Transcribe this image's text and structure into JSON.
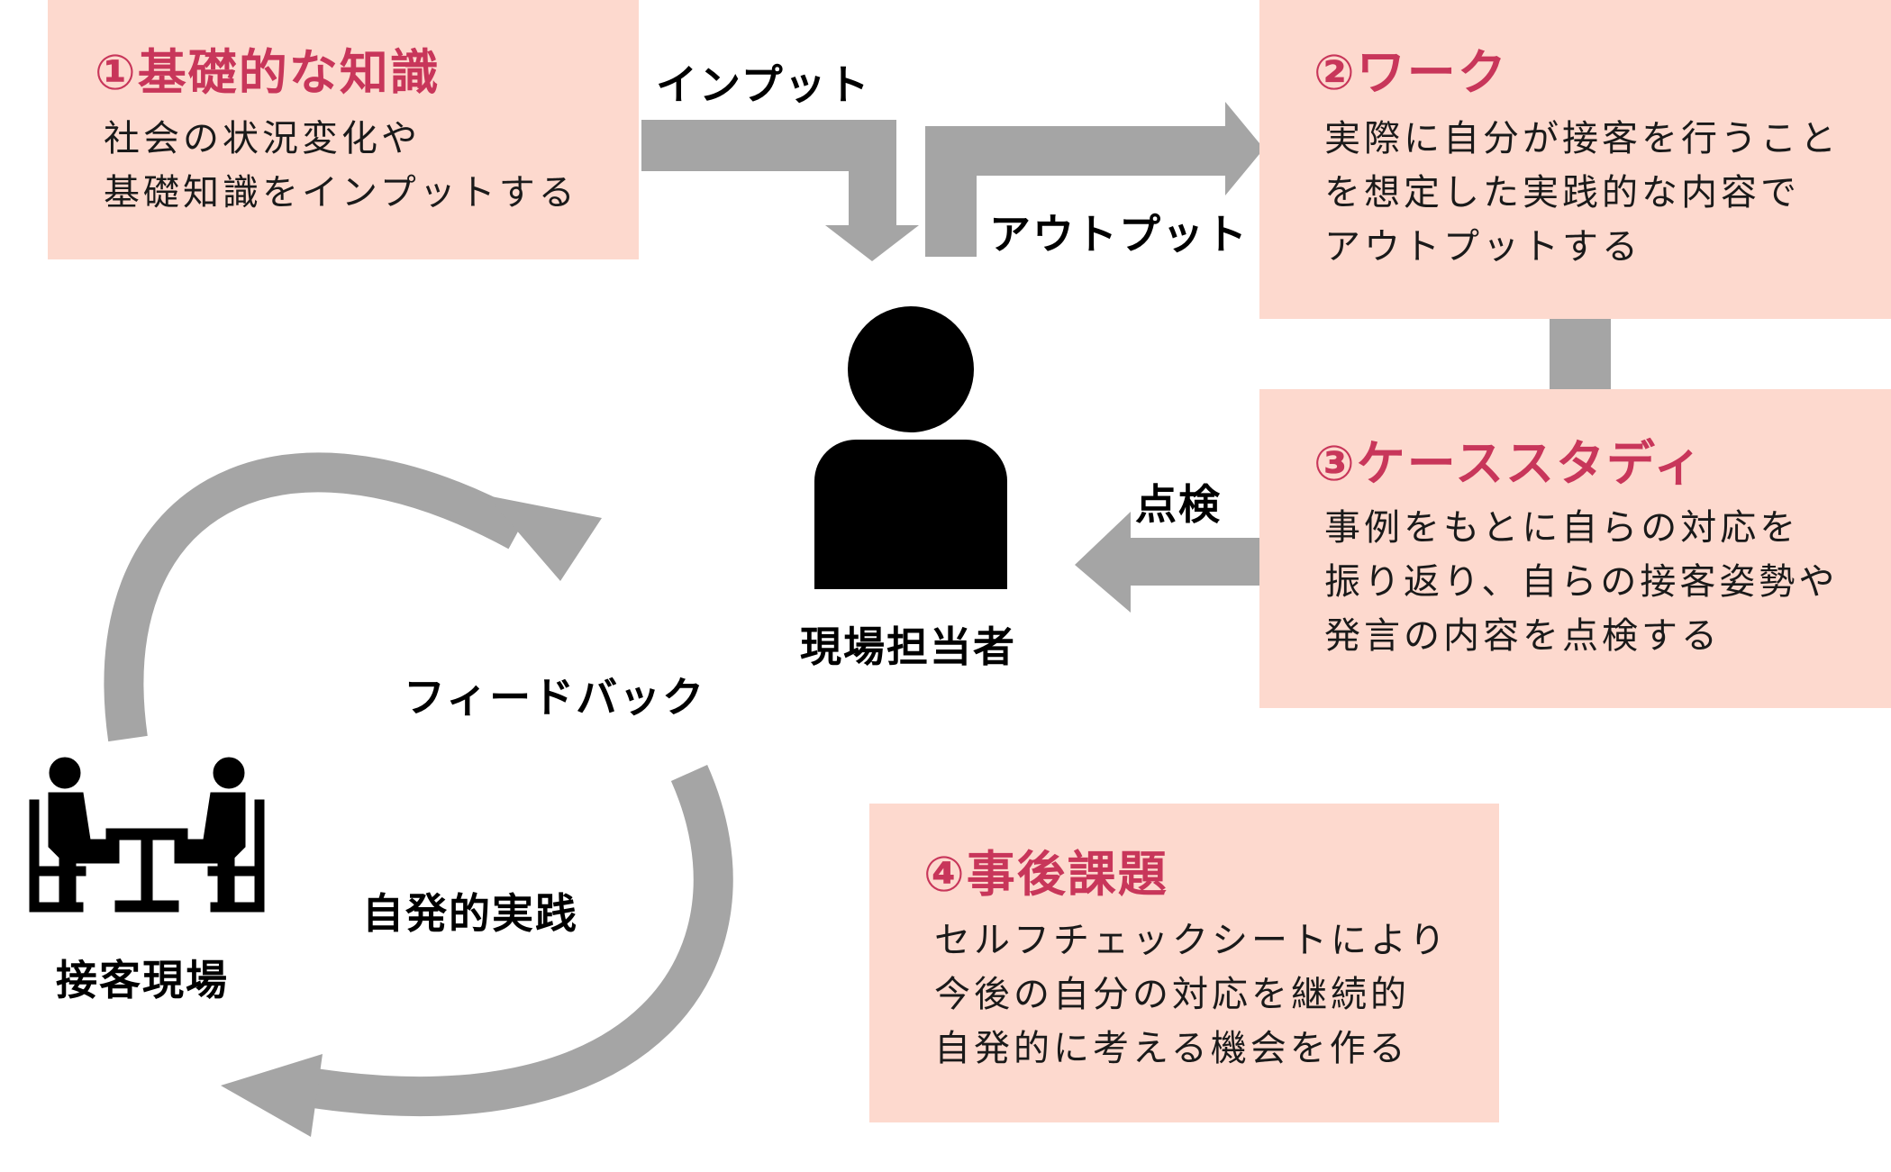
{
  "colors": {
    "box_fill": "#fdd9ce",
    "title": "#c8365a",
    "arrow": "#a5a5a5",
    "icon": "#000000"
  },
  "icons": {
    "person": "person-icon",
    "meeting": "meeting-table-icon"
  },
  "steps": [
    {
      "title": "①基礎的な知識",
      "lines": [
        "社会の状況変化や",
        "基礎知識をインプットする"
      ]
    },
    {
      "title": "②ワーク",
      "lines": [
        "実際に自分が接客を行うこと",
        "を想定した実践的な内容で",
        "アウトプットする"
      ]
    },
    {
      "title": "③ケーススタディ",
      "lines": [
        "事例をもとに自らの対応を",
        "振り返り、自らの接客姿勢や",
        "発言の内容を点検する"
      ]
    },
    {
      "title": "④事後課題",
      "lines": [
        "セルフチェックシートにより",
        "今後の自分の対応を継続的",
        "自発的に考える機会を作る"
      ]
    }
  ],
  "arrows": {
    "input": "インプット",
    "output": "アウトプット",
    "check": "点検",
    "feedback": "フィードバック",
    "practice": "自発的実践"
  },
  "actors": {
    "person": "現場担当者",
    "site": "接客現場"
  }
}
